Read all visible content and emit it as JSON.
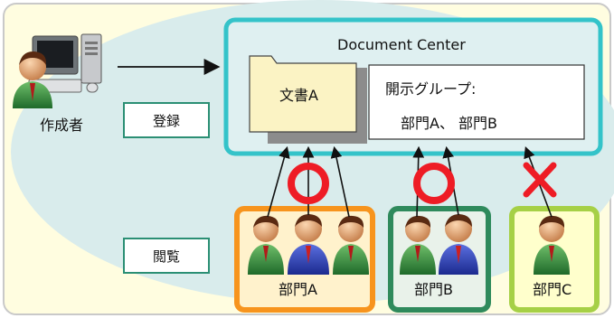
{
  "actor": {
    "label": "作成者",
    "icon": "user-icon"
  },
  "steps": {
    "register": "登録",
    "view": "閲覧"
  },
  "document_center": {
    "title": "Document Center",
    "document_label": "文書A",
    "group_panel": {
      "title": "開示グループ:",
      "members": "部門A、 部門B"
    }
  },
  "departments": [
    {
      "label": "部門A",
      "access": "allowed",
      "users": 3
    },
    {
      "label": "部門B",
      "access": "allowed",
      "users": 2
    },
    {
      "label": "部門C",
      "access": "denied",
      "users": 1
    }
  ],
  "marks": {
    "allowed": "○",
    "denied": "×"
  },
  "colors": {
    "border_outer": "#c9c9c9",
    "canvas_bg": "#fffde0",
    "ellipse": "#d9ecec",
    "dc_border": "#34c3c9",
    "dc_fill": "#dff0f1",
    "folder_fill": "#fbf3c4",
    "dept_a_fill": "#fff2cc",
    "dept_a_border": "#f7941d",
    "dept_b_fill": "#e9f2ea",
    "dept_b_border": "#2f8a5c",
    "dept_c_fill": "#ffffcc",
    "dept_c_border": "#a6d046",
    "allowed_mark": "#ee1c25",
    "denied_mark": "#ee1c25",
    "label_box_border": "#2b8f74"
  }
}
